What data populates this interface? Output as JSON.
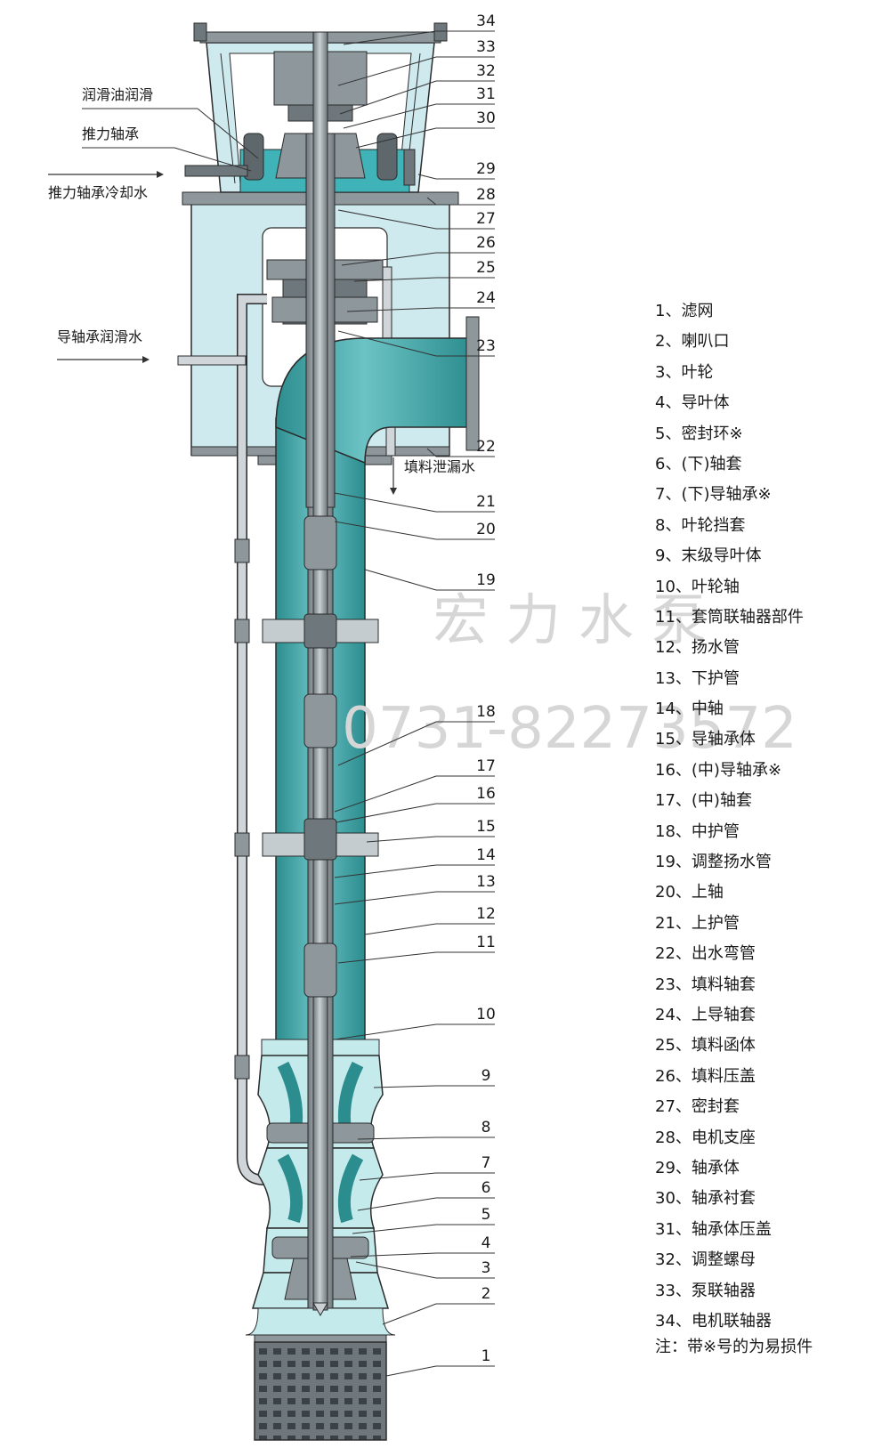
{
  "side_labels": {
    "lubricating_oil": "润滑油润滑",
    "thrust_bearing": "推力轴承",
    "thrust_cooling_water": "推力轴承冷却水",
    "guide_bearing_water": "导轴承润滑水",
    "packing_leak_water": "填料泄漏水"
  },
  "callout_numbers": [
    "34",
    "33",
    "32",
    "31",
    "30",
    "29",
    "28",
    "27",
    "26",
    "25",
    "24",
    "23",
    "22",
    "21",
    "20",
    "19",
    "18",
    "17",
    "16",
    "15",
    "14",
    "13",
    "12",
    "11",
    "10",
    "9",
    "8",
    "7",
    "6",
    "5",
    "4",
    "3",
    "2",
    "1"
  ],
  "parts": [
    "1、滤网",
    "2、喇叭口",
    "3、叶轮",
    "4、导叶体",
    "5、密封环※",
    "6、(下)轴套",
    "7、(下)导轴承※",
    "8、叶轮挡套",
    "9、末级导叶体",
    "10、叶轮轴",
    "11、套筒联轴器部件",
    "12、扬水管",
    "13、下护管",
    "14、中轴",
    "15、导轴承体",
    "16、(中)导轴承※",
    "17、(中)轴套",
    "18、中护管",
    "19、调整扬水管",
    "20、上轴",
    "21、上护管",
    "22、出水弯管",
    "23、填料轴套",
    "24、上导轴套",
    "25、填料函体",
    "26、填料压盖",
    "27、密封套",
    "28、电机支座",
    "29、轴承体",
    "30、轴承衬套",
    "31、轴承体压盖",
    "32、调整螺母",
    "33、泵联轴器",
    "34、电机联轴器"
  ],
  "note": "注：带※号的为易损件",
  "watermark": {
    "company": "宏 力 水 泵",
    "phone": "0731-82273572"
  },
  "colors": {
    "water": "#3aa4a4",
    "water_light": "#c5eaec",
    "steel": "#8e979c",
    "steel_dark": "#5d676c",
    "frame": "#cfeaee",
    "outline": "#2b2b2b"
  }
}
